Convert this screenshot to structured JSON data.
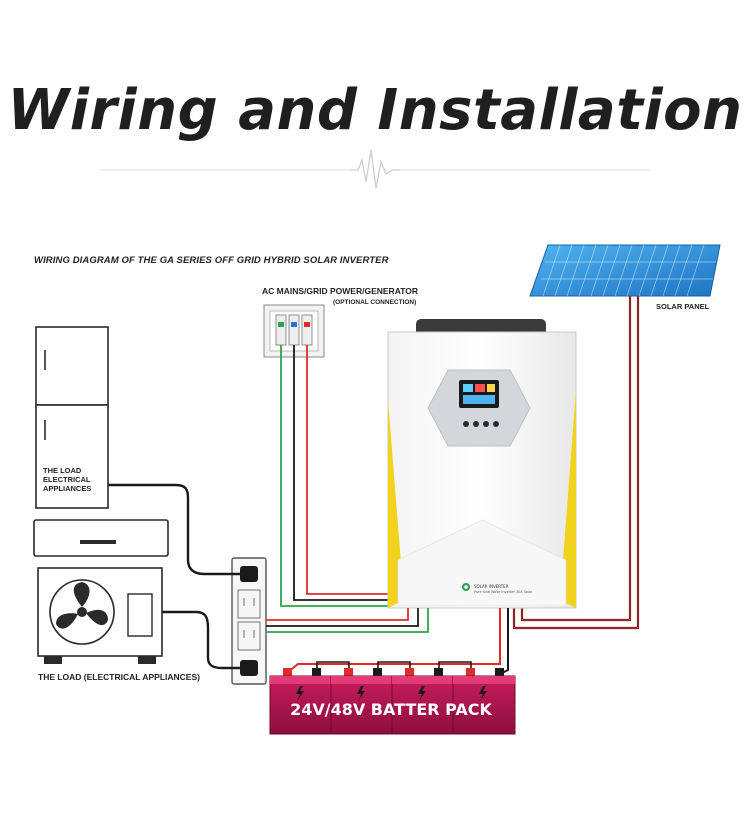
{
  "title": "Wiring and Installation",
  "diagram": {
    "caption": "WIRING  DIAGRAM  OF  THE GA SERIES OFF GRID HYBRID SOLAR INVERTER",
    "ac_label": "AC MAINS/GRID POWER/GENERATOR",
    "ac_sub": "(OPTIONAL CONNECTION)",
    "solar_label": "SOLAR PANEL",
    "load_top": "THE LOAD ELECTRICAL APPLIANCES",
    "load_bottom": "THE LOAD (ELECTRICAL APPLIANCES)",
    "battery_label": "24V/48V BATTER PACK",
    "inverter_brand": "SOLAR INVERTER",
    "inverter_model": "Pure Sine Wave Inverter 30A Solar"
  },
  "colors": {
    "wire_red": "#e02b2b",
    "wire_green": "#2fa34a",
    "wire_black": "#1a1a1a",
    "solar_blue": "#2b8fd8",
    "battery_magenta": "#b0154f",
    "inverter_yellow": "#f1d21c"
  }
}
